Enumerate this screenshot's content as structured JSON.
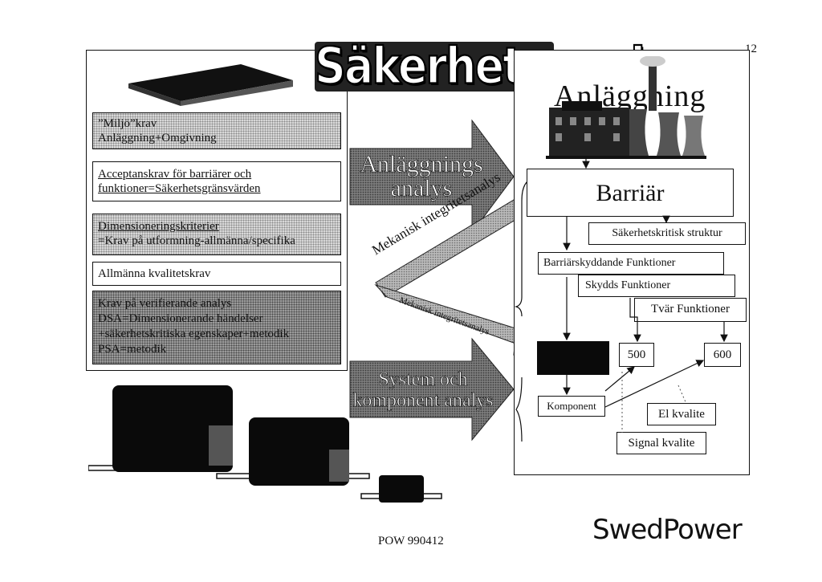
{
  "page_number": "12",
  "title": "Säkerhetsanalys",
  "left_panel": {
    "box1": {
      "line1": "”Miljö”krav",
      "line2": "Anläggning+Omgivning"
    },
    "box2": {
      "line1": "Acceptanskrav för barriärer och",
      "line2": "funktioner=Säkerhetsgränsvärden"
    },
    "box3": {
      "line1": "Dimensioneringskriterier",
      "line2": "=Krav på utformning-allmänna/specifika"
    },
    "box4": {
      "line1": "Allmänna kvalitetskrav"
    },
    "box5": {
      "line1": "Krav på verifierande analys",
      "line2": "DSA=Dimensionerande händelser",
      "line3": "+säkerhetskritiska egenskaper+metodik",
      "line4": "PSA=metodik"
    }
  },
  "arrows": {
    "top": {
      "line1": "Anläggnings",
      "line2": "analys"
    },
    "bottom": {
      "line1": "System och",
      "line2": "komponent analys"
    },
    "band_upper": "Mekanisk integritetsanalys",
    "band_lower": "Mekanisk integritetsanalys"
  },
  "right_panel": {
    "heading": "Anläggning",
    "barrier": "Barriär",
    "structure": "Säkerhetskritisk struktur",
    "barrier_functions": "Barriärskyddande Funktioner",
    "protection_functions": "Skydds Funktioner",
    "cross_functions": "Tvär Funktioner",
    "code_500": "500",
    "code_600": "600",
    "component": "Komponent",
    "el_quality": "El kvalite",
    "signal_quality": "Signal kvalite"
  },
  "footer": {
    "code": "POW 990412",
    "logo": "SwedPower"
  }
}
